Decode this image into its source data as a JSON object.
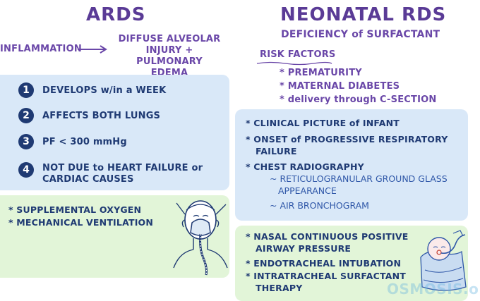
{
  "ards": {
    "title": "ARDS",
    "flow_from": "INFLAMMATION",
    "flow_to_lines": [
      "DIFFUSE ALVEOLAR",
      "INJURY + PULMONARY",
      "EDEMA"
    ],
    "criteria": [
      {
        "num": "1",
        "lines": [
          "DEVELOPS w/in a WEEK"
        ]
      },
      {
        "num": "2",
        "lines": [
          "AFFECTS BOTH LUNGS"
        ]
      },
      {
        "num": "3",
        "lines": [
          "PF < 300 mmHg"
        ]
      },
      {
        "num": "4",
        "lines": [
          "NOT DUE to HEART FAILURE or",
          "CARDIAC CAUSES"
        ]
      }
    ],
    "treatment": [
      "* SUPPLEMENTAL OXYGEN",
      "* MECHANICAL VENTILATION"
    ]
  },
  "nrds": {
    "title": "NEONATAL RDS",
    "subtitle": "DEFICIENCY of SURFACTANT",
    "risk_header": "RISK FACTORS",
    "risk_factors": [
      "* PREMATURITY",
      "* MATERNAL DIABETES",
      "* delivery through C-SECTION"
    ],
    "diagnosis": [
      {
        "lines": [
          "* CLINICAL PICTURE of INFANT"
        ]
      },
      {
        "lines": [
          "* ONSET of PROGRESSIVE RESPIRATORY",
          "FAILURE"
        ]
      },
      {
        "lines": [
          "* CHEST RADIOGRAPHY"
        ]
      }
    ],
    "radiography_findings": [
      {
        "lines": [
          "~ RETICULOGRANULAR GROUND GLASS",
          "APPEARANCE"
        ]
      },
      {
        "lines": [
          "~ AIR BRONCHOGRAM"
        ]
      }
    ],
    "treatment": [
      {
        "lines": [
          "* NASAL CONTINUOUS POSITIVE",
          "AIRWAY PRESSURE"
        ]
      },
      {
        "lines": [
          "* ENDOTRACHEAL INTUBATION"
        ]
      },
      {
        "lines": [
          "* INTRATRACHEAL SURFACTANT",
          "THERAPY"
        ]
      }
    ]
  },
  "watermark": "OSMOSIS.org",
  "icons": [
    "oxygen-mask-patient-icon",
    "infant-patient-icon",
    "arrow-right-icon"
  ],
  "colors": {
    "title_purple": "#5a3b96",
    "text_navy": "#1f3a73",
    "box_blue": "#d9e8f8",
    "box_green": "#e2f5d8"
  }
}
